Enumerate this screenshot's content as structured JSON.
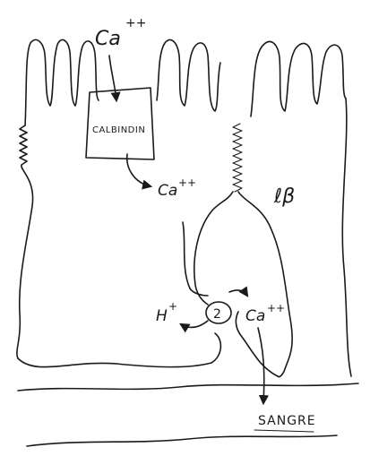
{
  "labels": {
    "ca_top": "Ca",
    "ca_top_charge": "++",
    "calbindin": "CALBINDIN",
    "ca_mid": "Ca",
    "ca_mid_charge": "++",
    "lp": "ℓβ",
    "pump_number": "2",
    "h_plus": "H",
    "h_plus_charge": "+",
    "ca_right": "Ca",
    "ca_right_charge": "++",
    "sangre": "SANGRE"
  }
}
